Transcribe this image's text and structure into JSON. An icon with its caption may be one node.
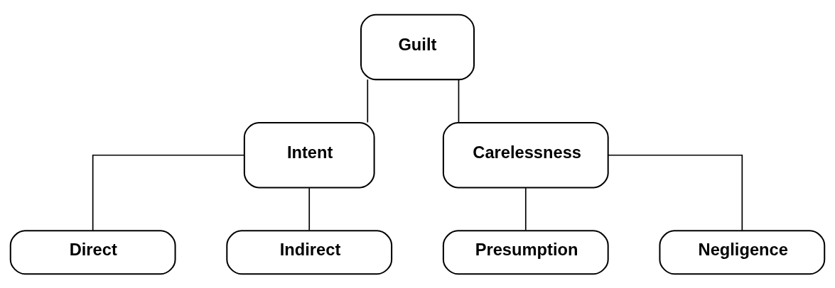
{
  "diagram": {
    "nodes": [
      {
        "text": [
          "Guilt"
        ]
      },
      {
        "text": [
          "Intent"
        ]
      },
      {
        "text": [
          "Carelessness"
        ]
      },
      {
        "text": [
          "Direct"
        ]
      },
      {
        "text": [
          "Indirect"
        ]
      },
      {
        "text": [
          "Presumption"
        ]
      },
      {
        "text": [
          "Negligence"
        ]
      }
    ],
    "edges": [
      {
        "from": 0,
        "to": 1,
        "arrow": "none"
      },
      {
        "from": 0,
        "to": 2,
        "arrow": "none"
      },
      {
        "from": 1,
        "to": 3,
        "arrow": "none"
      },
      {
        "from": 1,
        "to": 4,
        "arrow": "none"
      },
      {
        "from": 2,
        "to": 5,
        "arrow": "none"
      },
      {
        "from": 2,
        "to": 6,
        "arrow": "none"
      }
    ]
  }
}
